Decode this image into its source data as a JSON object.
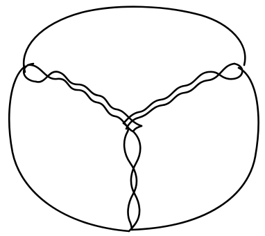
{
  "diagram": {
    "kind": "knot-diagram",
    "stroke_color": "#000000",
    "background_color": "#ffffff",
    "outer_loops": 3,
    "twisted_bands": 3
  }
}
